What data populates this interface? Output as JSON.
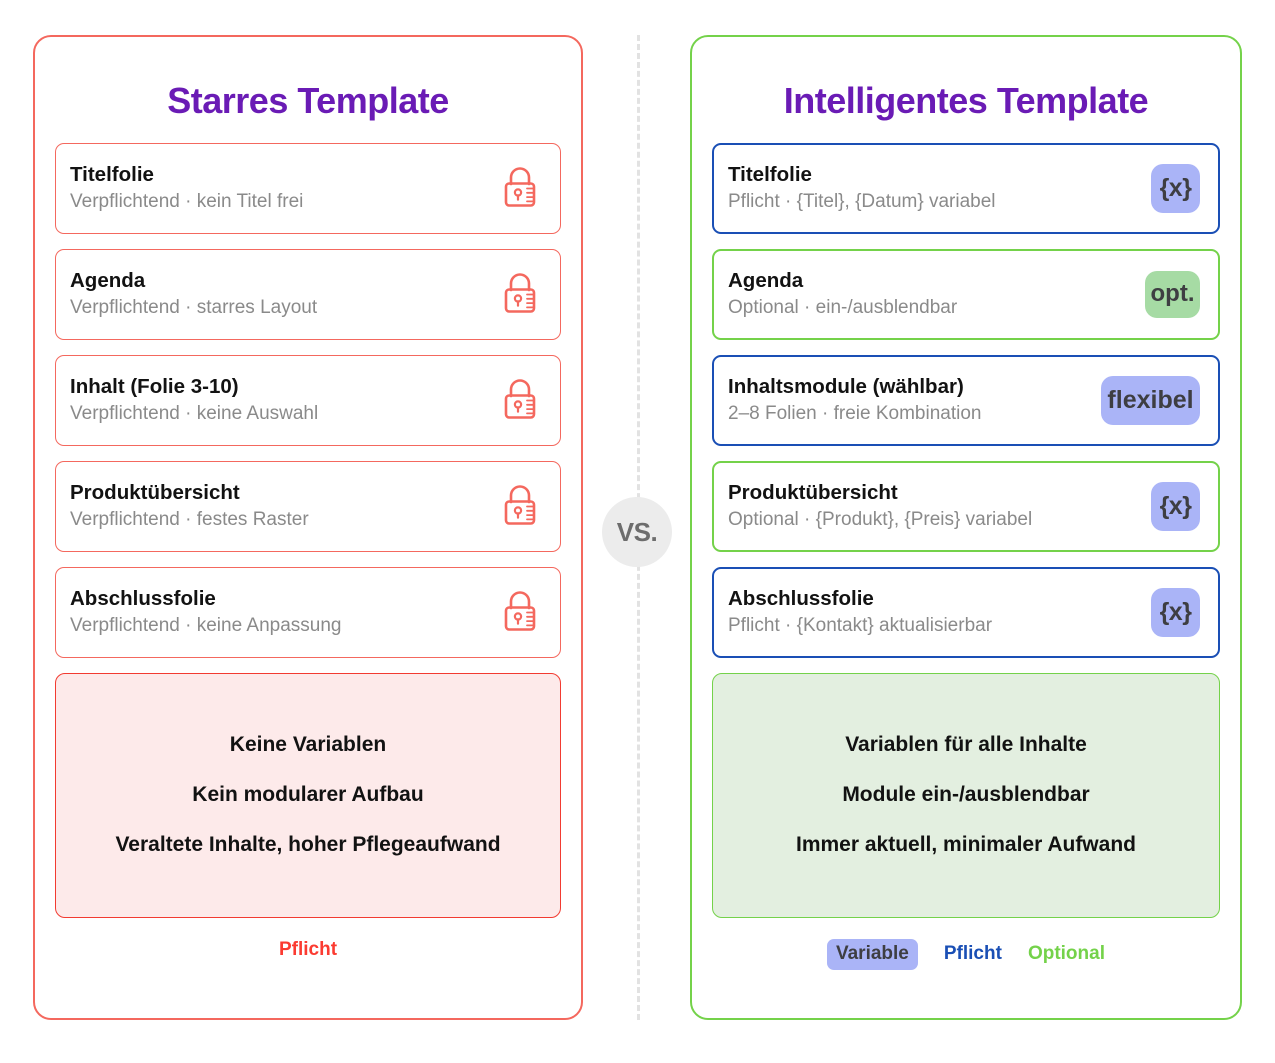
{
  "left_panel": {
    "title": "Starres Template",
    "border_color": "#f4685e",
    "rows": [
      {
        "title": "Titelfolie",
        "sub": "Verpflichtend · kein Titel frei",
        "icon": "lock-icon"
      },
      {
        "title": "Agenda",
        "sub": "Verpflichtend · starres Layout",
        "icon": "lock-icon"
      },
      {
        "title": "Inhalt (Folie 3-10)",
        "sub": "Verpflichtend · keine Auswahl",
        "icon": "lock-icon"
      },
      {
        "title": "Produktübersicht",
        "sub": "Verpflichtend · festes Raster",
        "icon": "lock-icon"
      },
      {
        "title": "Abschlussfolie",
        "sub": "Verpflichtend · keine Anpassung",
        "icon": "lock-icon"
      }
    ],
    "summary": {
      "lines": [
        "Keine Variablen",
        "Kein modularer Aufbau",
        "Veraltete Inhalte, hoher Pflegeaufwand"
      ],
      "background": "#fdeaea",
      "border_color": "#f23b31"
    },
    "legend": [
      {
        "label": "Pflicht",
        "style": "pflicht-red",
        "color": "#fb3b31"
      }
    ]
  },
  "right_panel": {
    "title": "Intelligentes Template",
    "border_color": "#74d24a",
    "rows": [
      {
        "title": "Titelfolie",
        "sub": "Pflicht · {Titel}, {Datum} variabel",
        "badge": "{x}",
        "badge_type": "variable",
        "outline": "blue"
      },
      {
        "title": "Agenda",
        "sub": "Optional · ein-/ausblendbar",
        "badge": "opt.",
        "badge_type": "optional",
        "outline": "green"
      },
      {
        "title": "Inhaltsmodule (wählbar)",
        "sub": "2–8 Folien · freie Kombination",
        "badge": "flexibel",
        "badge_type": "flexible",
        "outline": "blue"
      },
      {
        "title": "Produktübersicht",
        "sub": "Optional · {Produkt}, {Preis} variabel",
        "badge": "{x}",
        "badge_type": "variable",
        "outline": "green"
      },
      {
        "title": "Abschlussfolie",
        "sub": "Pflicht · {Kontakt} aktualisierbar",
        "badge": "{x}",
        "badge_type": "variable",
        "outline": "blue"
      }
    ],
    "summary": {
      "lines": [
        "Variablen für alle Inhalte",
        "Module ein-/ausblendbar",
        "Immer aktuell, minimaler Aufwand"
      ],
      "background": "#e3efe0",
      "border_color": "#74d24a"
    },
    "legend": [
      {
        "label": "Variable",
        "style": "variable",
        "color": "#aab4f7"
      },
      {
        "label": "Pflicht",
        "style": "pflicht-blue",
        "color": "#1a4fb5"
      },
      {
        "label": "Optional",
        "style": "optional",
        "color": "#74d24a"
      }
    ]
  },
  "divider": {
    "vs_label": "VS."
  },
  "colors": {
    "title_purple": "#6a1bb5",
    "red": "#f4685e",
    "green": "#74d24a",
    "blue": "#1a4fb5",
    "variable_lilac": "#aab4f7",
    "optional_green": "#a6dba4",
    "muted_text": "#8a8a8a"
  }
}
